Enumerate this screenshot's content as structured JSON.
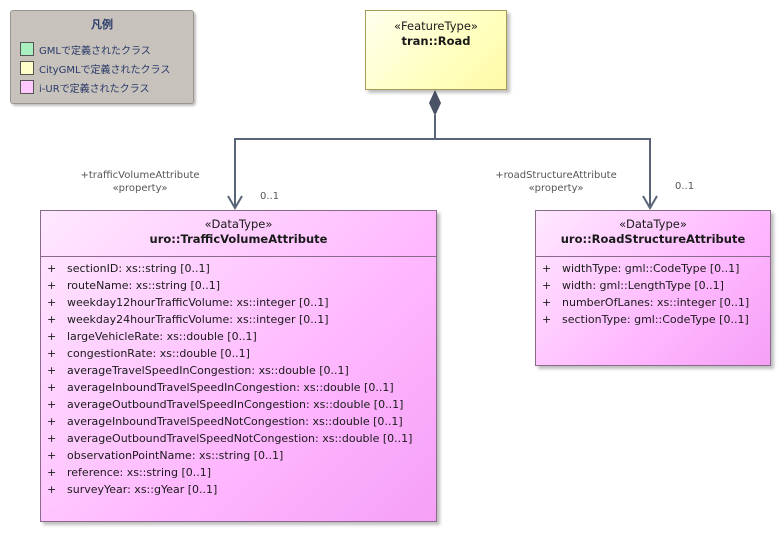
{
  "legend": {
    "title": "凡例",
    "items": [
      {
        "label": "GMLで定義されたクラス",
        "color": "#a8f0c0"
      },
      {
        "label": "CityGMLで定義されたクラス",
        "color": "#ffffc8"
      },
      {
        "label": "i-URで定義されたクラス",
        "color": "#ffc8ff"
      }
    ]
  },
  "road": {
    "stereotype": "«FeatureType»",
    "name": "tran::Road"
  },
  "traffic": {
    "stereotype": "«DataType»",
    "name": "uro::TrafficVolumeAttribute",
    "attributes": [
      {
        "marker": "+",
        "text": "sectionID: xs::string [0..1]"
      },
      {
        "marker": "+",
        "text": "routeName: xs::string [0..1]"
      },
      {
        "marker": "+",
        "text": "weekday12hourTrafficVolume: xs::integer [0..1]"
      },
      {
        "marker": "+",
        "text": "weekday24hourTrafficVolume: xs::integer [0..1]"
      },
      {
        "marker": "+",
        "text": "largeVehicleRate: xs::double [0..1]"
      },
      {
        "marker": "+",
        "text": "congestionRate: xs::double [0..1]"
      },
      {
        "marker": "+",
        "text": "averageTravelSpeedInCongestion: xs::double [0..1]"
      },
      {
        "marker": "+",
        "text": "averageInboundTravelSpeedInCongestion: xs::double [0..1]"
      },
      {
        "marker": "+",
        "text": "averageOutboundTravelSpeedInCongestion: xs::double [0..1]"
      },
      {
        "marker": "+",
        "text": "averageInboundTravelSpeedNotCongestion: xs::double [0..1]"
      },
      {
        "marker": "+",
        "text": "averageOutboundTravelSpeedNotCongestion: xs::double [0..1]"
      },
      {
        "marker": "+",
        "text": "observationPointName: xs::string [0..1]"
      },
      {
        "marker": "+",
        "text": "reference: xs::string [0..1]"
      },
      {
        "marker": "+",
        "text": "surveyYear: xs::gYear [0..1]"
      }
    ]
  },
  "structure": {
    "stereotype": "«DataType»",
    "name": "uro::RoadStructureAttribute",
    "attributes": [
      {
        "marker": "+",
        "text": "widthType: gml::CodeType [0..1]"
      },
      {
        "marker": "+",
        "text": "width: gml::LengthType [0..1]"
      },
      {
        "marker": "+",
        "text": "numberOfLanes: xs::integer [0..1]"
      },
      {
        "marker": "+",
        "text": "sectionType: gml::CodeType [0..1]"
      }
    ]
  },
  "assoc_traffic": {
    "role": "+trafficVolumeAttribute",
    "stereotype": "«property»",
    "multiplicity": "0..1"
  },
  "assoc_structure": {
    "role": "+roadStructureAttribute",
    "stereotype": "«property»",
    "multiplicity": "0..1"
  }
}
